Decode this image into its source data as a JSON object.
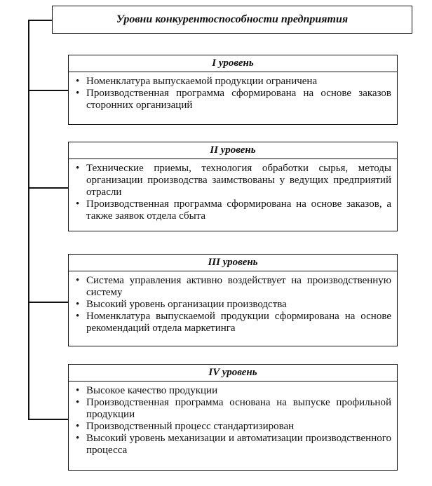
{
  "diagram": {
    "title": "Уровни конкурентоспособности предприятия",
    "bullet_glyph": "•",
    "levels": [
      {
        "label": "I уровень",
        "items": [
          "Номенклатура выпускаемой продукции ограничена",
          "Производственная программа сформирована на основе заказов сторонних организаций"
        ]
      },
      {
        "label": "II уровень",
        "items": [
          "Технические приемы, технология обработки сырья, методы организации производства заимствованы у ведущих предприятий отрасли",
          "Производственная программа сформирована на основе заказов, а также заявок отдела сбыта"
        ]
      },
      {
        "label": "III уровень",
        "items": [
          "Система управления активно воздействует на производственную систему",
          "Высокий уровень организации производства",
          "Номенклатура выпускаемой продукции сформирована на основе рекомендаций отдела маркетинга"
        ]
      },
      {
        "label": "IV уровень",
        "items": [
          "Высокое качество продукции",
          "Производственная программа основана на выпуске профильной продукции",
          "Производственный процесс стандартизирован",
          "Высокий уровень механизации и автоматизации производственного процесса"
        ]
      }
    ]
  }
}
